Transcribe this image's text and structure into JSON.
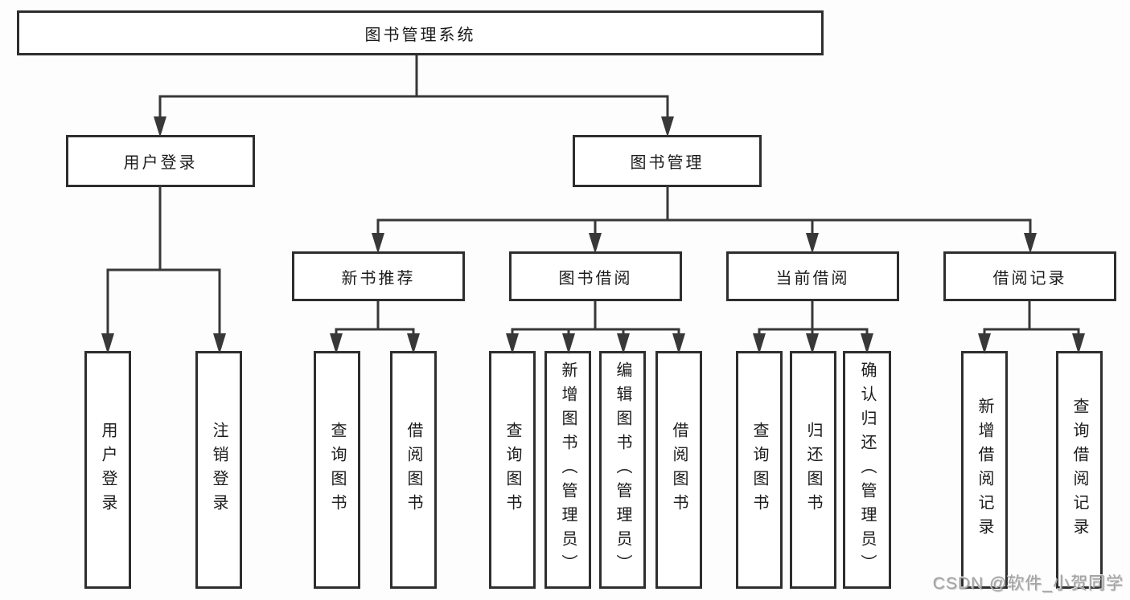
{
  "tree": {
    "root": "图书管理系统",
    "branches": [
      {
        "label": "用户登录",
        "children": [
          "用户登录",
          "注销登录"
        ]
      },
      {
        "label": "图书管理",
        "sections": [
          {
            "label": "新书推荐",
            "children": [
              "查询图书",
              "借阅图书"
            ]
          },
          {
            "label": "图书借阅",
            "children": [
              "查询图书",
              "新增图书（管理员）",
              "编辑图书（管理员）",
              "借阅图书"
            ]
          },
          {
            "label": "当前借阅",
            "children": [
              "查询图书",
              "归还图书",
              "确认归还（管理员）"
            ]
          },
          {
            "label": "借阅记录",
            "children": [
              "新增借阅记录",
              "查询借阅记录"
            ]
          }
        ]
      }
    ]
  },
  "watermark": "CSDN @软件_小贺同学",
  "colors": {
    "line": "#383838",
    "border": "#2e2e2e",
    "text": "#1b1b1b",
    "watermark": "#a3a3a3",
    "box_bg": "#ffffff"
  }
}
